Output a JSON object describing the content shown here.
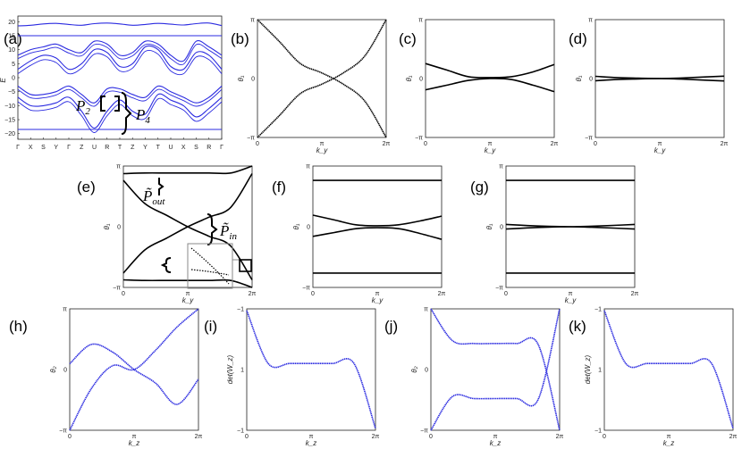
{
  "panel_labels": [
    "(a)",
    "(b)",
    "(c)",
    "(d)",
    "(e)",
    "(f)",
    "(g)",
    "(h)",
    "(i)",
    "(j)",
    "(k)"
  ],
  "annotations": {
    "a_p2_main": "P",
    "a_p2_sub": "2",
    "a_p4_main": "P",
    "a_p4_sub": "4",
    "e_pout_main": "P̃",
    "e_pout_sub": "out",
    "e_pin_main": "P̃",
    "e_pin_sub": "in"
  },
  "axis_text": {
    "E": "E",
    "theta1": "θ₁",
    "theta2": "θ₂",
    "ky": "k_y",
    "kz": "k_z",
    "detWz": "det(W_z)",
    "pi": "π",
    "negpi": "−π",
    "twopi": "2π",
    "zero": "0",
    "one": "1",
    "negone": "−1"
  },
  "band_path_labels": [
    "Γ",
    "X",
    "S",
    "Y",
    "Γ",
    "Z",
    "U",
    "R",
    "T",
    "Z",
    "Y",
    "T",
    "U",
    "X",
    "S",
    "R",
    "Γ"
  ],
  "energy_ticks": [
    "20",
    "15",
    "10",
    "5",
    "0",
    "−5",
    "−10",
    "−15",
    "−20"
  ],
  "colors": {
    "blue": "#2b2be0",
    "black": "#000000",
    "frame": "#888888"
  },
  "chart_data": [
    {
      "panel": "(a)",
      "type": "line",
      "xlabel": "",
      "ylabel": "E",
      "ylim": [
        -22,
        22
      ],
      "categories": [
        "Γ",
        "X",
        "S",
        "Y",
        "Γ",
        "Z",
        "U",
        "R",
        "T",
        "Z",
        "Y",
        "T",
        "U",
        "X",
        "S",
        "R",
        "Γ"
      ],
      "series": [
        {
          "values": [
            18.5,
            18.7,
            19.2,
            19.4,
            19.0,
            18.7,
            19.3,
            19.5,
            19.2,
            18.7,
            19.0,
            19.4,
            19.1,
            18.8,
            19.3,
            19.5,
            18.6
          ]
        },
        {
          "values": [
            15,
            15,
            15,
            15,
            15,
            15,
            15,
            15,
            15,
            15,
            15,
            15,
            15,
            15,
            15,
            15,
            15
          ]
        },
        {
          "values": [
            8,
            10,
            11,
            12,
            10,
            9,
            13,
            12,
            8,
            9,
            13,
            12,
            8,
            6,
            13,
            11,
            8
          ]
        },
        {
          "values": [
            3,
            6,
            8,
            7,
            3,
            5,
            10,
            9,
            4,
            5,
            11,
            10,
            4,
            3,
            9,
            8,
            3
          ]
        },
        {
          "values": [
            -3,
            -6,
            -6,
            -5,
            -3,
            -6,
            -9,
            -4,
            -4,
            -6,
            -7,
            -3,
            -5,
            -7,
            -9,
            -7,
            -3
          ]
        },
        {
          "values": [
            -7,
            -10,
            -10,
            -9,
            -7,
            -12,
            -18,
            -12,
            -8,
            -12,
            -13,
            -6,
            -8,
            -10,
            -14,
            -11,
            -7
          ]
        },
        {
          "values": [
            -18.5,
            -18.5,
            -18.5,
            -18.5,
            -18.5,
            -18.5,
            -18.5,
            -18.5,
            -18.5,
            -18.5,
            -18.5,
            -18.5,
            -18.5,
            -18.5,
            -18.5,
            -18.5,
            -18.5
          ]
        }
      ]
    },
    {
      "panel": "(b)",
      "type": "line",
      "xlabel": "k_y",
      "ylabel": "θ₁",
      "xlim": [
        0,
        6.283
      ],
      "ylim": [
        -3.1416,
        3.1416
      ],
      "series": [
        {
          "values": [
            3.14,
            2.0,
            0.8,
            0.3,
            -0.3,
            -1.2,
            -3.14
          ]
        },
        {
          "values": [
            -3.14,
            -2.0,
            -0.8,
            -0.3,
            0.3,
            1.2,
            3.14
          ]
        }
      ]
    },
    {
      "panel": "(c)",
      "type": "line",
      "xlabel": "k_y",
      "ylabel": "θ₁",
      "xlim": [
        0,
        6.283
      ],
      "ylim": [
        -3.1416,
        3.1416
      ],
      "series": [
        {
          "values": [
            0.8,
            0.45,
            0.1,
            0.05,
            0.1,
            0.35,
            0.75
          ]
        },
        {
          "values": [
            -0.6,
            -0.35,
            -0.1,
            0.0,
            -0.05,
            -0.35,
            -0.7
          ]
        }
      ]
    },
    {
      "panel": "(d)",
      "type": "line",
      "xlabel": "k_y",
      "ylabel": "θ₁",
      "xlim": [
        0,
        6.283
      ],
      "ylim": [
        -3.1416,
        3.1416
      ],
      "series": [
        {
          "values": [
            0.12,
            0.05,
            0.02,
            0.0,
            0.03,
            0.08,
            0.13
          ]
        },
        {
          "values": [
            -0.12,
            -0.05,
            -0.02,
            0.0,
            -0.03,
            -0.08,
            -0.13
          ]
        }
      ]
    },
    {
      "panel": "(e)",
      "type": "line",
      "xlabel": "k_y",
      "ylabel": "θ₁",
      "xlim": [
        0,
        6.283
      ],
      "ylim": [
        -3.1416,
        3.1416
      ],
      "series": [
        {
          "values": [
            2.75,
            2.78,
            2.78,
            2.78,
            2.78,
            2.78,
            3.14
          ]
        },
        {
          "values": [
            2.4,
            1.2,
            0.6,
            0.0,
            -0.5,
            -1.0,
            -2.75
          ]
        },
        {
          "values": [
            -2.4,
            -1.2,
            -0.6,
            0.0,
            0.5,
            1.0,
            2.75
          ]
        },
        {
          "values": [
            -2.75,
            -2.78,
            -2.78,
            -2.78,
            -2.78,
            -2.78,
            -3.14
          ]
        }
      ]
    },
    {
      "panel": "(f)",
      "type": "line",
      "xlabel": "k_y",
      "ylabel": "θ₁",
      "xlim": [
        0,
        6.283
      ],
      "ylim": [
        -3.1416,
        3.1416
      ],
      "series": [
        {
          "values": [
            2.4,
            2.4,
            2.4,
            2.4,
            2.4,
            2.4,
            2.4
          ]
        },
        {
          "values": [
            0.6,
            0.35,
            0.1,
            0.05,
            0.1,
            0.3,
            0.55
          ]
        },
        {
          "values": [
            -0.5,
            -0.3,
            -0.1,
            -0.05,
            -0.1,
            -0.35,
            -0.65
          ]
        },
        {
          "values": [
            -2.4,
            -2.4,
            -2.4,
            -2.4,
            -2.4,
            -2.4,
            -2.4
          ]
        }
      ]
    },
    {
      "panel": "(g)",
      "type": "line",
      "xlabel": "k_y",
      "ylabel": "θ₁",
      "xlim": [
        0,
        6.283
      ],
      "ylim": [
        -3.1416,
        3.1416
      ],
      "series": [
        {
          "values": [
            2.4,
            2.4,
            2.4,
            2.4,
            2.4,
            2.4,
            2.4
          ]
        },
        {
          "values": [
            0.12,
            0.06,
            0.02,
            0.0,
            0.03,
            0.07,
            0.12
          ]
        },
        {
          "values": [
            -0.12,
            -0.06,
            -0.02,
            0.0,
            -0.03,
            -0.07,
            -0.12
          ]
        },
        {
          "values": [
            -2.4,
            -2.4,
            -2.4,
            -2.4,
            -2.4,
            -2.4,
            -2.4
          ]
        }
      ]
    },
    {
      "panel": "(h)",
      "type": "line",
      "xlabel": "k_z",
      "ylabel": "θ₂",
      "xlim": [
        0,
        6.283
      ],
      "ylim": [
        -3.1416,
        3.1416
      ],
      "series": [
        {
          "values": [
            -3.14,
            -1.0,
            0.2,
            0.0,
            1.0,
            2.2,
            3.14
          ]
        },
        {
          "values": [
            0.3,
            1.3,
            0.9,
            0.0,
            -0.7,
            -1.8,
            -0.5
          ]
        }
      ]
    },
    {
      "panel": "(i)",
      "type": "line",
      "xlabel": "k_z",
      "ylabel": "det(W_z)",
      "xlim": [
        0,
        6.283
      ],
      "ylim": [
        -1,
        1
      ],
      "series": [
        {
          "values": [
            -1.0,
            0.9,
            0.93,
            0.93,
            0.93,
            0.95,
            -1.0
          ]
        }
      ]
    },
    {
      "panel": "(j)",
      "type": "line",
      "xlabel": "k_z",
      "ylabel": "θ₂",
      "xlim": [
        0,
        6.283
      ],
      "ylim": [
        -3.1416,
        3.1416
      ],
      "series": [
        {
          "values": [
            3.14,
            1.5,
            1.35,
            1.35,
            1.35,
            1.3,
            -3.14
          ]
        },
        {
          "values": [
            -3.14,
            -1.4,
            -1.5,
            -1.5,
            -1.5,
            -1.55,
            3.14
          ]
        }
      ]
    },
    {
      "panel": "(k)",
      "type": "line",
      "xlabel": "k_z",
      "ylabel": "det(W_z)",
      "xlim": [
        0,
        6.283
      ],
      "ylim": [
        -1,
        1
      ],
      "series": [
        {
          "values": [
            -1.0,
            0.9,
            0.93,
            0.93,
            0.93,
            0.9,
            -1.0
          ]
        }
      ]
    }
  ]
}
